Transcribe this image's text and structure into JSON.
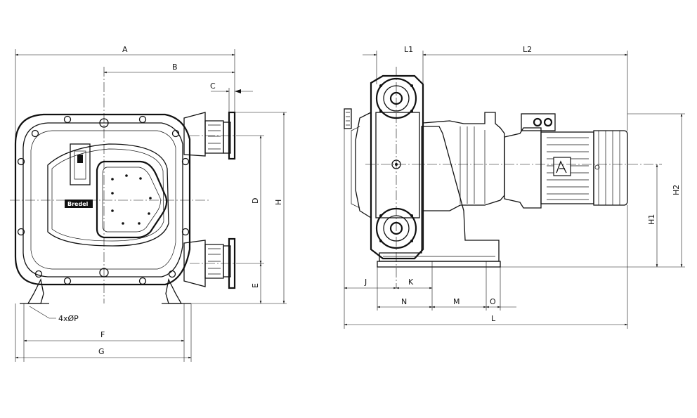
{
  "labels": {
    "A": "A",
    "B": "B",
    "C": "C",
    "D": "D",
    "E": "E",
    "H": "H",
    "F": "F",
    "G": "G",
    "P": "4xØP",
    "L1": "L1",
    "L2": "L2",
    "H1": "H1",
    "H2": "H2",
    "J": "J",
    "K": "K",
    "N": "N",
    "M": "M",
    "O": "O",
    "L": "L"
  },
  "brand": "Bredel"
}
